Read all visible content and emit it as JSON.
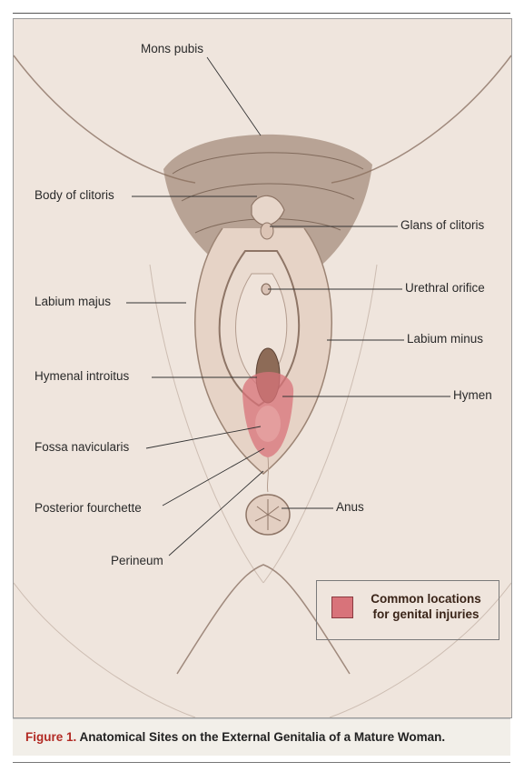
{
  "labels": {
    "mons_pubis": "Mons pubis",
    "body_of_clitoris": "Body of clitoris",
    "glans_of_clitoris": "Glans of clitoris",
    "labium_majus": "Labium majus",
    "urethral_orifice": "Urethral orifice",
    "labium_minus": "Labium minus",
    "hymenal_introitus": "Hymenal introitus",
    "hymen": "Hymen",
    "fossa_navicularis": "Fossa navicularis",
    "posterior_fourchette": "Posterior fourchette",
    "anus": "Anus",
    "perineum": "Perineum"
  },
  "legend": {
    "line1": "Common locations",
    "line2": "for genital injuries",
    "swatch_color": "#d8737a"
  },
  "caption": {
    "number": "Figure 1.",
    "text": " Anatomical Sites on the External Genitalia of a Mature Woman."
  }
}
